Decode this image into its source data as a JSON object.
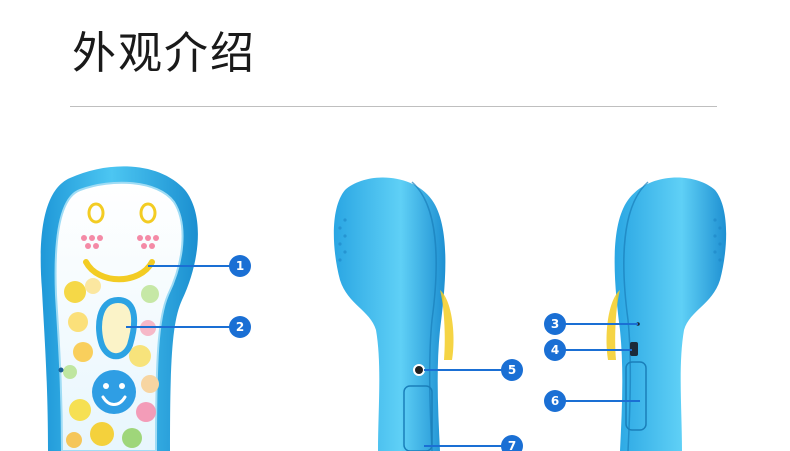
{
  "header": {
    "title": "外观介绍"
  },
  "callouts": [
    {
      "number": "1"
    },
    {
      "number": "2"
    },
    {
      "number": "3"
    },
    {
      "number": "4"
    },
    {
      "number": "5"
    },
    {
      "number": "6"
    },
    {
      "number": "7"
    }
  ],
  "colors": {
    "callout": "#1a6fd4",
    "body_blue": "#3db8ea",
    "accent_yellow": "#f3cc23",
    "rule": "#bfbfbf"
  }
}
